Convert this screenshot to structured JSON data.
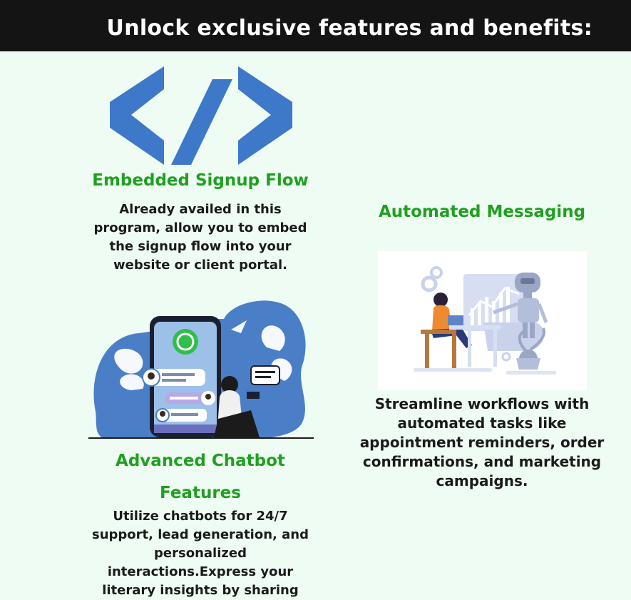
{
  "header": {
    "title": "Unlock exclusive features and benefits:"
  },
  "features": [
    {
      "title": "Embedded Signup Flow",
      "description": "Already availed in this program, allow you to embed the signup flow into your website or client portal."
    },
    {
      "title": "Advanced Chatbot Features",
      "description": "Utilize chatbots for 24/7 support, lead generation, and personalized interactions.Express your literary insights by sharing"
    },
    {
      "title": "Automated Messaging",
      "description": "Streamline workflows with automated tasks like appointment reminders, order confirmations, and marketing campaigns."
    }
  ],
  "icons": {
    "code": "code-brackets-icon",
    "chat": "whatsapp-chatbot-illustration",
    "robot": "robot-automation-illustration"
  },
  "colors": {
    "header_bg": "#141414",
    "page_bg": "#effcf3",
    "accent_green": "#1fa01f",
    "icon_blue": "#3e78c9"
  }
}
